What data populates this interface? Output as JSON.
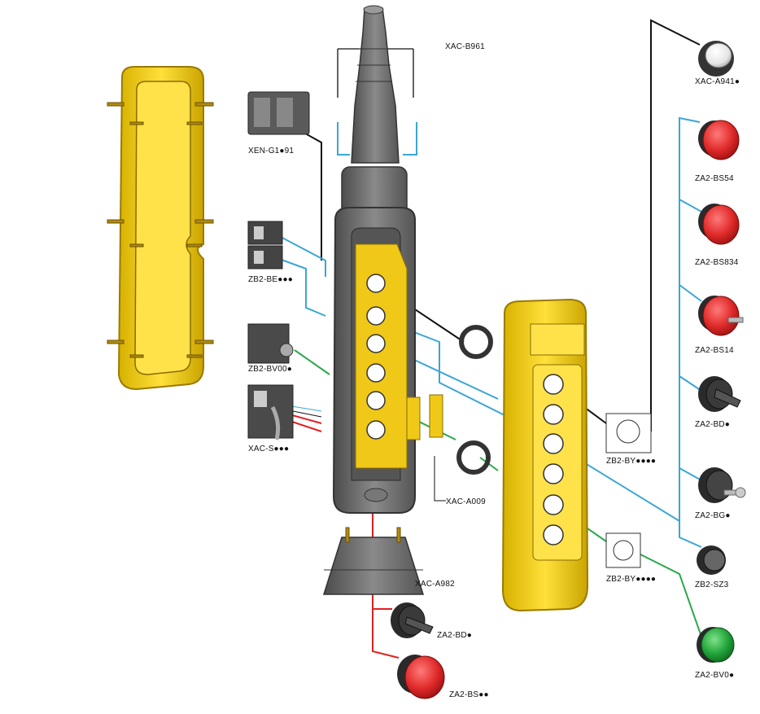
{
  "labels": {
    "xac_b961": "XAC-B961",
    "xen_g1": "XEN-G1●91",
    "zb2_be": "ZB2-BE●●●",
    "zb2_bv00": "ZB2-BV00●",
    "xac_s": "XAC-S●●●",
    "xac_a009": "XAC-A009",
    "xac_a982": "XAC-A982",
    "za2_bd_bottom": "ZA2-BD●",
    "za2_bs_bottom": "ZA2-BS●●",
    "zb2_by_top": "ZB2-BY●●●●",
    "zb2_by_bottom": "ZB2-BY●●●●",
    "xac_a941": "XAC-A941●",
    "za2_bs54": "ZA2-BS54",
    "za2_bs834": "ZA2-BS834",
    "za2_bs14": "ZA2-BS14",
    "za2_bd_right": "ZA2-BD●",
    "za2_bg": "ZA2-BG●",
    "zb2_sz3": "ZB2-SZ3",
    "za2_bv0": "ZA2-BV0●"
  },
  "colors": {
    "yellow": "#f5d020",
    "yellow_dark": "#c9a200",
    "grey_body": "#6e6e6e",
    "grey_dark": "#4a4a4a",
    "line_black": "#111111",
    "line_blue": "#3aa6d6",
    "line_green": "#2aa84a",
    "line_red": "#e02020",
    "btn_red": "#e02a2a",
    "btn_green": "#22a33a",
    "btn_black": "#2a2a2a"
  },
  "icons": {
    "push_button_white": "white-push-button-icon",
    "mushroom_red": "red-mushroom-button-icon",
    "selector_black": "selector-switch-icon",
    "key_selector": "key-selector-icon",
    "push_button_green": "green-push-button-icon"
  }
}
